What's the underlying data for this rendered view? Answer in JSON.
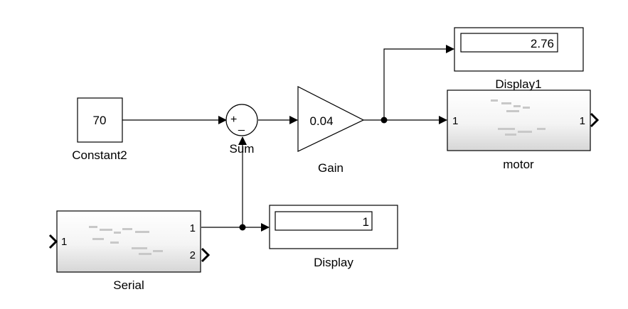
{
  "blocks": {
    "constant": {
      "value": "70",
      "label": "Constant2"
    },
    "sum": {
      "plus": "+",
      "minus": "_",
      "label": "Sum"
    },
    "gain": {
      "value": "0.04",
      "label": "Gain"
    },
    "display1": {
      "value": "2.76",
      "label": "Display1"
    },
    "motor": {
      "in_port": "1",
      "out_port": "1",
      "label": "motor"
    },
    "serial": {
      "in_port": "1",
      "out_port_1": "1",
      "out_port_2": "2",
      "label": "Serial"
    },
    "display": {
      "value": "1",
      "label": "Display"
    }
  },
  "colors": {
    "line": "#000000",
    "block_bg": "#ffffff",
    "subsystem_gradient_bottom": "#d9d9d9"
  }
}
